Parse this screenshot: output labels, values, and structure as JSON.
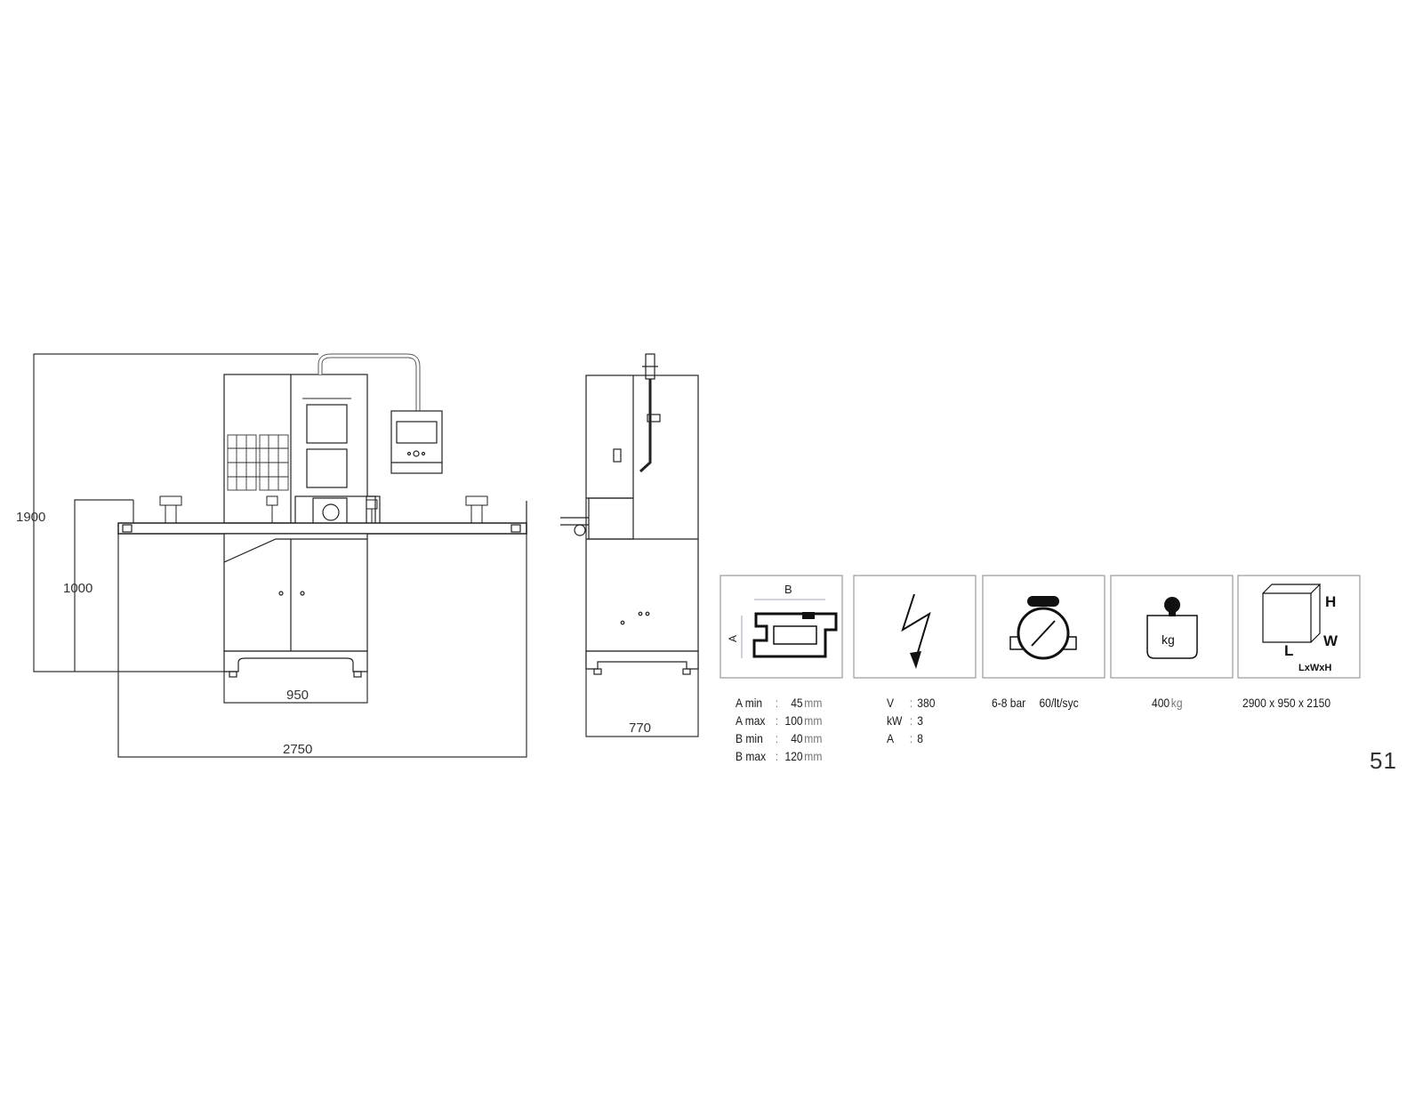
{
  "dimensions": {
    "overall_height": "1900",
    "table_height": "1000",
    "base_width": "950",
    "overall_length": "2750",
    "side_depth": "770"
  },
  "icons": {
    "profile": {
      "icon": "profile-section-icon",
      "label_b": "B",
      "label_a": "A"
    },
    "power": {
      "icon": "lightning-bolt-icon"
    },
    "air": {
      "icon": "pressure-gauge-icon"
    },
    "weight": {
      "icon": "weight-icon",
      "label": "kg"
    },
    "box": {
      "icon": "dimensions-box-icon",
      "label_h": "H",
      "label_w": "W",
      "label_l": "L",
      "caption": "LxWxH"
    }
  },
  "specs": {
    "profile": [
      {
        "label": "A min",
        "value": "45",
        "unit": "mm"
      },
      {
        "label": "A max",
        "value": "100",
        "unit": "mm"
      },
      {
        "label": "B min",
        "value": "40",
        "unit": "mm"
      },
      {
        "label": "B max",
        "value": "120",
        "unit": "mm"
      }
    ],
    "power": [
      {
        "label": "V",
        "value": "380"
      },
      {
        "label": "kW",
        "value": "3"
      },
      {
        "label": "A",
        "value": "8"
      }
    ],
    "air": {
      "pressure": "6-8 bar",
      "consumption": "60/lt/syc"
    },
    "weight": {
      "value": "400",
      "unit": "kg"
    },
    "size": {
      "value": "2900 x 950 x 2150"
    }
  },
  "page_number": "51"
}
